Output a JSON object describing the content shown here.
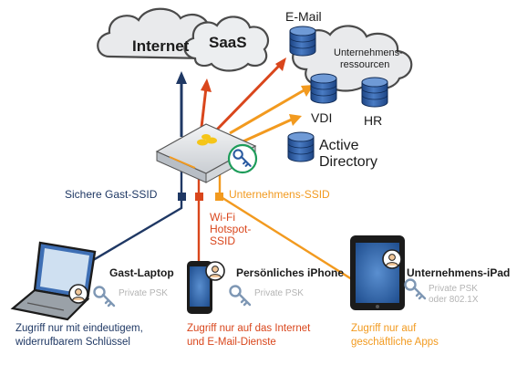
{
  "nodes": {
    "internet": "Internet",
    "saas": "SaaS",
    "email": "E-Mail",
    "resources": [
      "Unternehmens-",
      "ressourcen"
    ],
    "vdi": "VDI",
    "hr": "HR",
    "ad": [
      "Active",
      "Directory"
    ]
  },
  "ssids": {
    "guest": "Sichere Gast-SSID",
    "hotspot": [
      "Wi-Fi",
      "Hotspot-",
      "SSID"
    ],
    "corp": "Unternehmens-SSID"
  },
  "devices": {
    "laptop": {
      "name": "Gast-Laptop",
      "key": "Private PSK",
      "note": [
        "Zugriff nur mit eindeutigem,",
        "widerrufbarem Schlüssel"
      ]
    },
    "iphone": {
      "name": "Persönliches iPhone",
      "key": "Private PSK",
      "note": [
        "Zugriff nur auf das Internet",
        "und E-Mail-Dienste"
      ]
    },
    "ipad": {
      "name": "Unternehmens-iPad",
      "key": [
        "Private PSK",
        "oder 802.1X"
      ],
      "note": [
        "Zugriff nur auf",
        "geschäftliche Apps"
      ]
    }
  },
  "colors": {
    "navy": "#1f3864",
    "red": "#d9461c",
    "orange": "#f29a1f",
    "key": "#7e97b4",
    "cloud": "#e9eaec",
    "cloud_stroke": "#4a4a4a",
    "db": "#2a5aa0",
    "muted": "#b4b4b4"
  }
}
